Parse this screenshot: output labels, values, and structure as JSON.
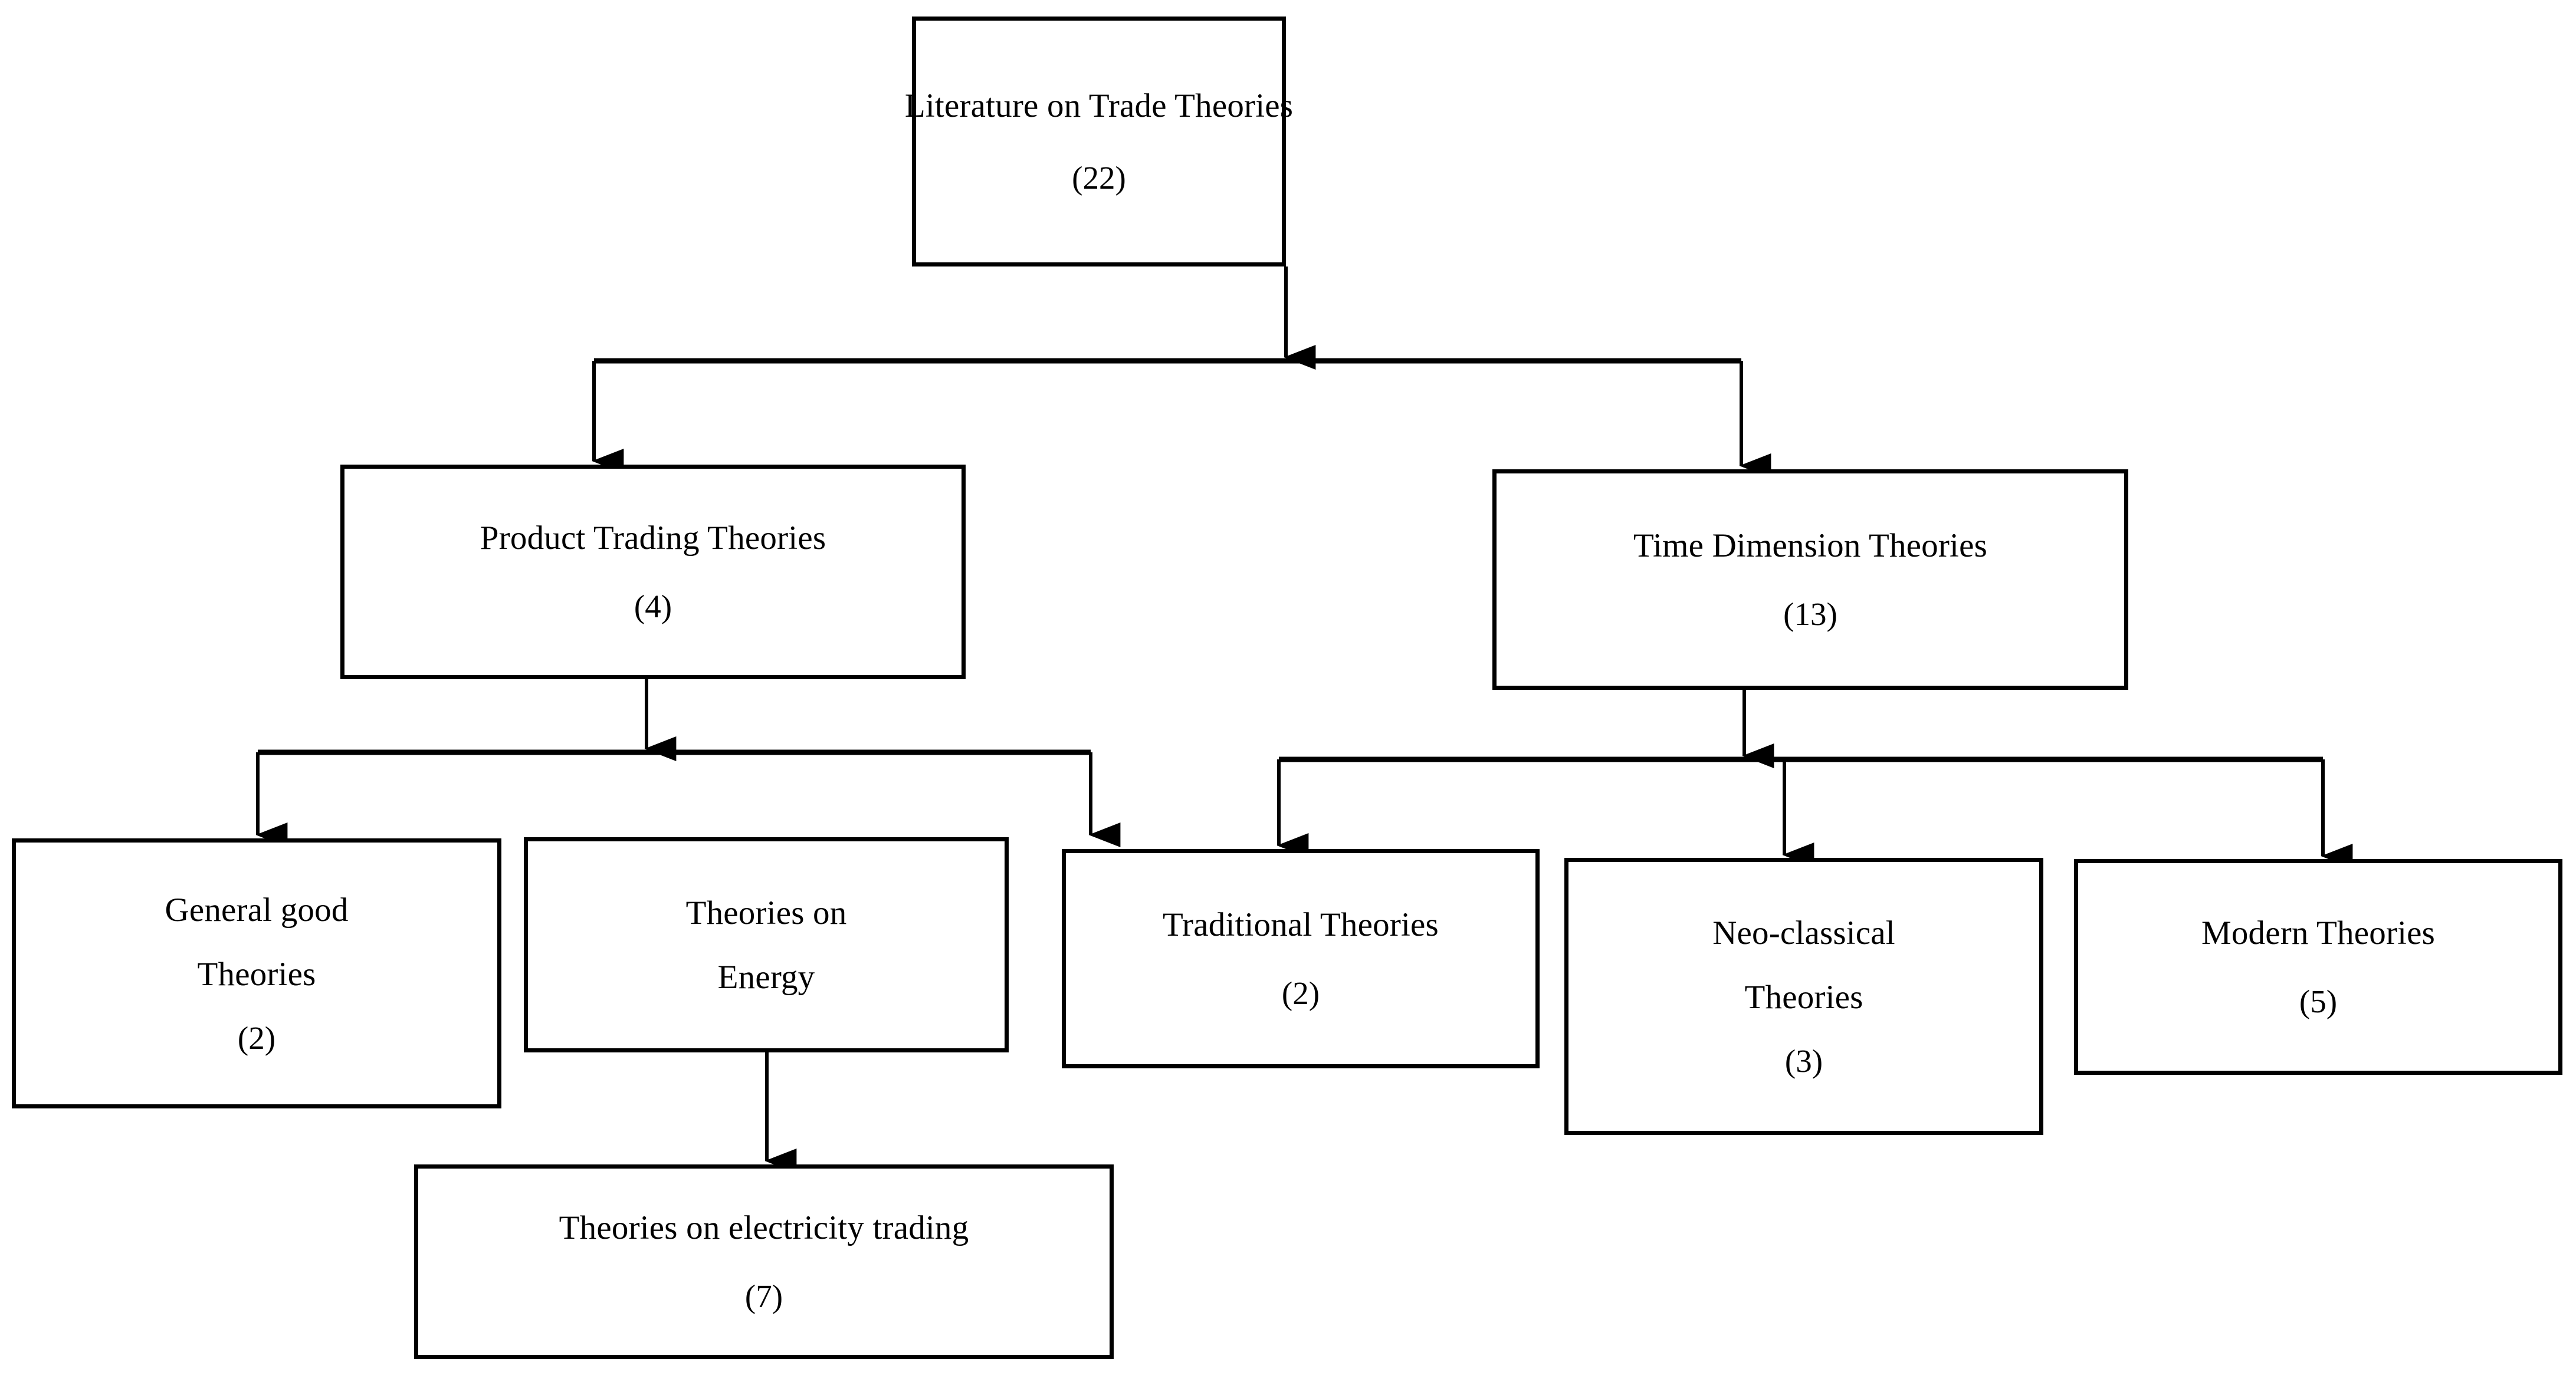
{
  "diagram": {
    "title": "Literature on Trade Theories taxonomy",
    "type": "tree-hierarchy-flowchart",
    "background_color": "#ffffff",
    "line_color": "#000000",
    "text_color": "#000000",
    "nodes": [
      {
        "id": "root",
        "label": "Literature on Trade Theories",
        "lines": [
          "Literature on Trade Theories"
        ],
        "count": "(22)",
        "level": 0
      },
      {
        "id": "product-trading",
        "label": "Product Trading Theories",
        "lines": [
          "Product Trading Theories"
        ],
        "count": "(4)",
        "level": 1
      },
      {
        "id": "time-dimension",
        "label": "Time Dimension Theories",
        "lines": [
          "Time Dimension Theories"
        ],
        "count": "(13)",
        "level": 1
      },
      {
        "id": "general-good",
        "label": "General good Theories",
        "lines": [
          "General good",
          "Theories"
        ],
        "count": "(2)",
        "level": 2
      },
      {
        "id": "energy",
        "label": "Theories on Energy",
        "lines": [
          "Theories on",
          "Energy"
        ],
        "count": "",
        "level": 2
      },
      {
        "id": "traditional",
        "label": "Traditional Theories",
        "lines": [
          "Traditional Theories"
        ],
        "count": "(2)",
        "level": 2
      },
      {
        "id": "neo-classical",
        "label": "Neo-classical Theories",
        "lines": [
          "Neo-classical",
          "Theories"
        ],
        "count": "(3)",
        "level": 2
      },
      {
        "id": "modern",
        "label": "Modern Theories",
        "lines": [
          "Modern Theories"
        ],
        "count": "(5)",
        "level": 2
      },
      {
        "id": "electricity-trading",
        "label": "Theories on electricity trading",
        "lines": [
          "Theories on electricity trading"
        ],
        "count": "(7)",
        "level": 3
      }
    ],
    "edges": [
      {
        "from": "root",
        "to": "product-trading"
      },
      {
        "from": "root",
        "to": "time-dimension"
      },
      {
        "from": "product-trading",
        "to": "general-good"
      },
      {
        "from": "product-trading",
        "to": "energy"
      },
      {
        "from": "time-dimension",
        "to": "traditional"
      },
      {
        "from": "time-dimension",
        "to": "neo-classical"
      },
      {
        "from": "time-dimension",
        "to": "modern"
      },
      {
        "from": "energy",
        "to": "electricity-trading"
      }
    ]
  }
}
